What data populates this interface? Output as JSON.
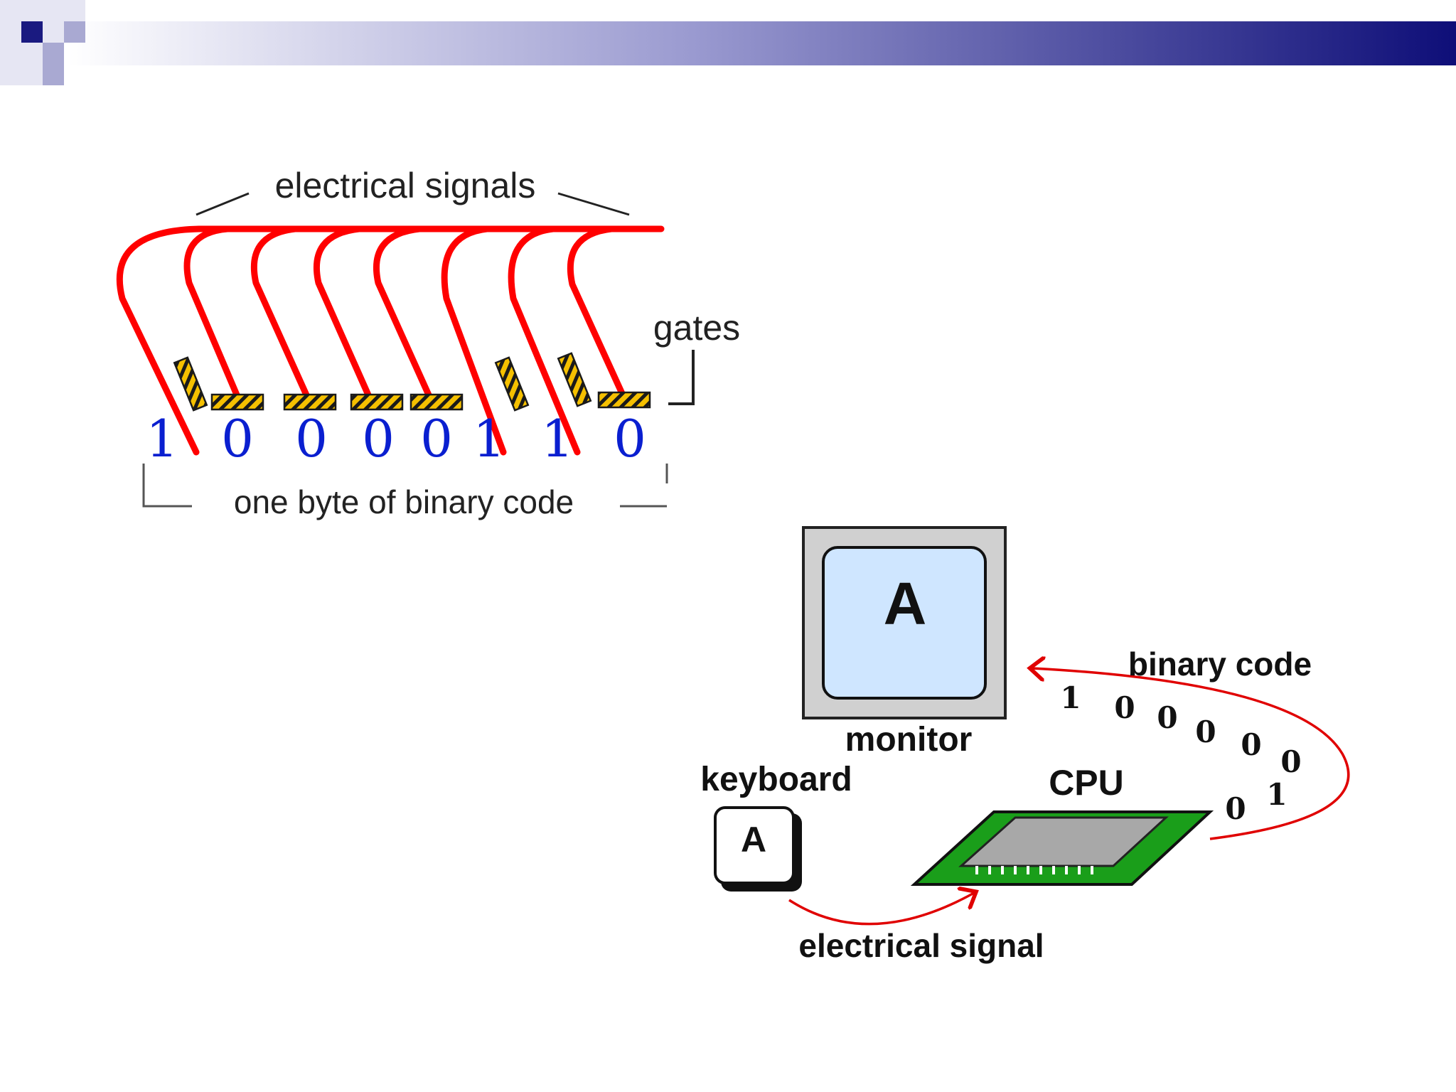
{
  "slide": {
    "colors": {
      "title_bar_start": "#ffffff",
      "title_bar_end": "#0e0e78",
      "logo_square": "#1a1a80",
      "wire": "#ff0000",
      "gate": "#f5c000",
      "bit_blue": "#0a1fd0",
      "monitor_screen": "#cfe6ff",
      "chip_board": "#1a9e1a",
      "chip_top": "#a8a8a8"
    }
  },
  "byte_diagram": {
    "signals_label": "electrical signals",
    "gates_label": "gates",
    "byte_label": "one byte of binary code",
    "bits": [
      "1",
      "0",
      "0",
      "0",
      "0",
      "1",
      "1",
      "0"
    ]
  },
  "computer_diagram": {
    "monitor_char": "A",
    "monitor_label": "monitor",
    "keyboard_label": "keyboard",
    "key_char": "A",
    "cpu_label": "CPU",
    "signal_label": "electrical signal",
    "binary_label": "binary code",
    "binary_digits": [
      "1",
      "0",
      "0",
      "0",
      "0",
      "0",
      "1",
      "0"
    ]
  }
}
